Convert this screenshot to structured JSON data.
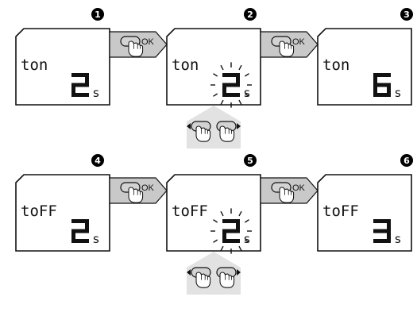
{
  "colors": {
    "line": "#111111",
    "screen_fill": "#ffffff",
    "arrow_fill": "#c9c9c9",
    "button_bg": "#d3d3d3",
    "number_badge": "#000000"
  },
  "steps": [
    {
      "number": "1",
      "label": "ton",
      "value": "2",
      "unit": "s",
      "blinking": false
    },
    {
      "number": "2",
      "label": "ton",
      "value": "2",
      "unit": "s",
      "blinking": true
    },
    {
      "number": "3",
      "label": "ton",
      "value": "6",
      "unit": "s",
      "blinking": false
    },
    {
      "number": "4",
      "label": "toFF",
      "value": "2",
      "unit": "s",
      "blinking": false
    },
    {
      "number": "5",
      "label": "toFF",
      "value": "2",
      "unit": "s",
      "blinking": true
    },
    {
      "number": "6",
      "label": "toFF",
      "value": "3",
      "unit": "s",
      "blinking": false
    }
  ],
  "ok_buttons": [
    {
      "label": "OK"
    },
    {
      "label": "OK"
    },
    {
      "label": "OK"
    },
    {
      "label": "OK"
    }
  ],
  "icons": {
    "finger_press": "hand-pointer-icon",
    "ok_button": "ok-button-icon",
    "arrow_left": "arrow-left-icon",
    "arrow_right": "arrow-right-icon",
    "blink": "blink-rays-icon"
  }
}
